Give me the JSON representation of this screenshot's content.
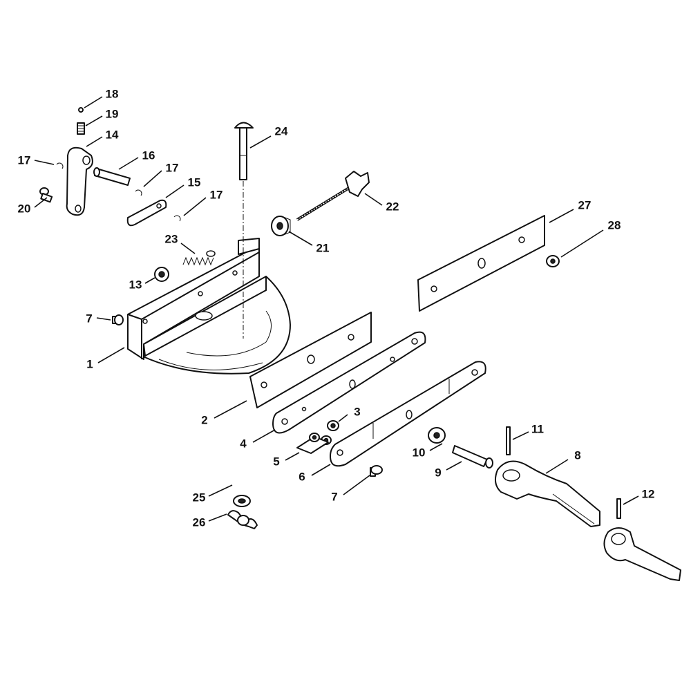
{
  "diagram": {
    "type": "exploded-parts-diagram",
    "callouts": {
      "c18": "18",
      "c19": "19",
      "c14": "14",
      "c17a": "17",
      "c16": "16",
      "c17b": "17",
      "c15": "15",
      "c17c": "17",
      "c20": "20",
      "c24": "24",
      "c22": "22",
      "c21": "21",
      "c27": "27",
      "c28": "28",
      "c23": "23",
      "c13": "13",
      "c7a": "7",
      "c1": "1",
      "c2": "2",
      "c3": "3",
      "c4": "4",
      "c5": "5",
      "c6": "6",
      "c10": "10",
      "c9": "9",
      "c11": "11",
      "c8": "8",
      "c7b": "7",
      "c25": "25",
      "c26": "26",
      "c12": "12"
    }
  }
}
